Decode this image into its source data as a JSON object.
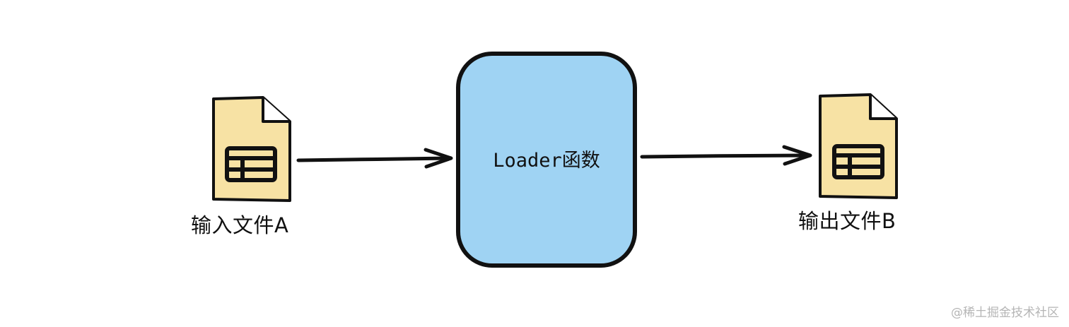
{
  "diagram": {
    "input_label": "输入文件A",
    "process_label": "Loader函数",
    "output_label": "输出文件B"
  },
  "colors": {
    "file_fill": "#f7e2a4",
    "process_fill": "#9fd3f3",
    "stroke": "#111111"
  },
  "icons": {
    "input": "table-file-icon",
    "output": "table-file-icon"
  },
  "watermark": "@稀土掘金技术社区"
}
